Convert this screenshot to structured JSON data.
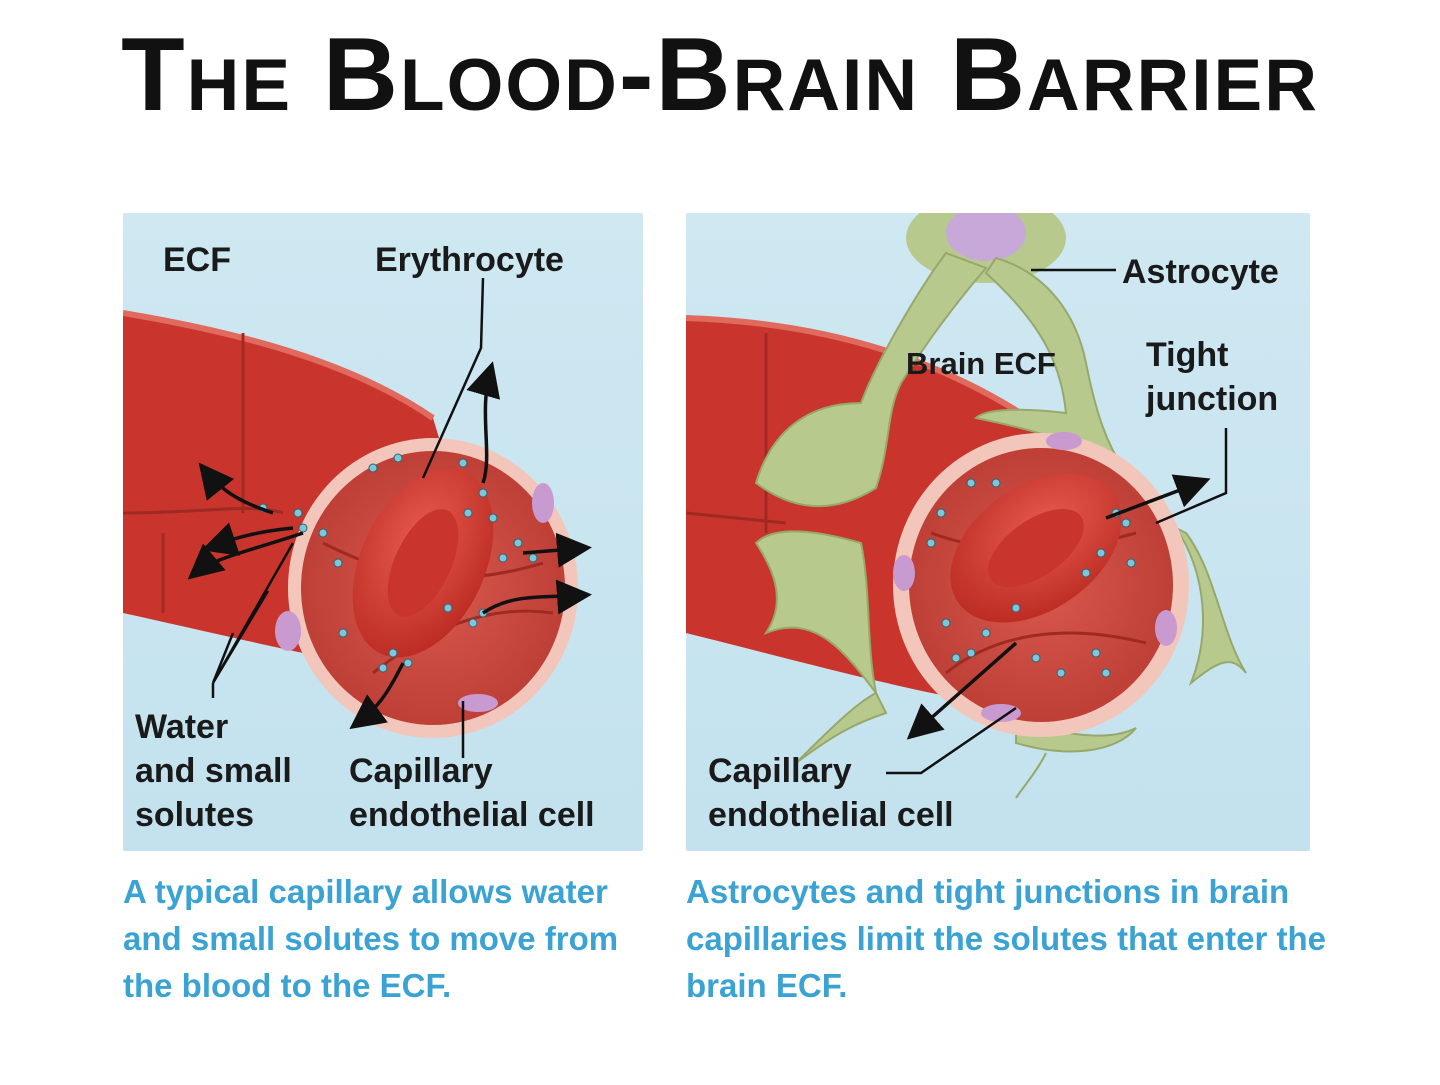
{
  "title": "The Blood-Brain Barrier",
  "left_panel": {
    "labels": {
      "ecf": "ECF",
      "erythrocyte": "Erythrocyte",
      "water_line1": "Water",
      "water_line2": "and small",
      "water_line3": "solutes",
      "capillary_line1": "Capillary",
      "capillary_line2": "endothelial cell"
    },
    "caption": "A typical capillary allows water and small solutes to move from the blood to the ECF."
  },
  "right_panel": {
    "labels": {
      "astrocyte": "Astrocyte",
      "brain_ecf": "Brain ECF",
      "tight_line1": "Tight",
      "tight_line2": "junction",
      "capillary_line1": "Capillary",
      "capillary_line2": "endothelial cell"
    },
    "caption": "Astrocytes and tight junctions in brain capillaries limit the solutes that enter the brain ECF."
  },
  "colors": {
    "background": "#c9e5f0",
    "vessel": "#c9352d",
    "vessel_dark": "#a8281f",
    "lumen": "#d4534a",
    "endothelium": "#f2c6bb",
    "astrocyte": "#b8c98e",
    "erythrocyte": "#d93a32",
    "caption": "#3aa3d3"
  }
}
